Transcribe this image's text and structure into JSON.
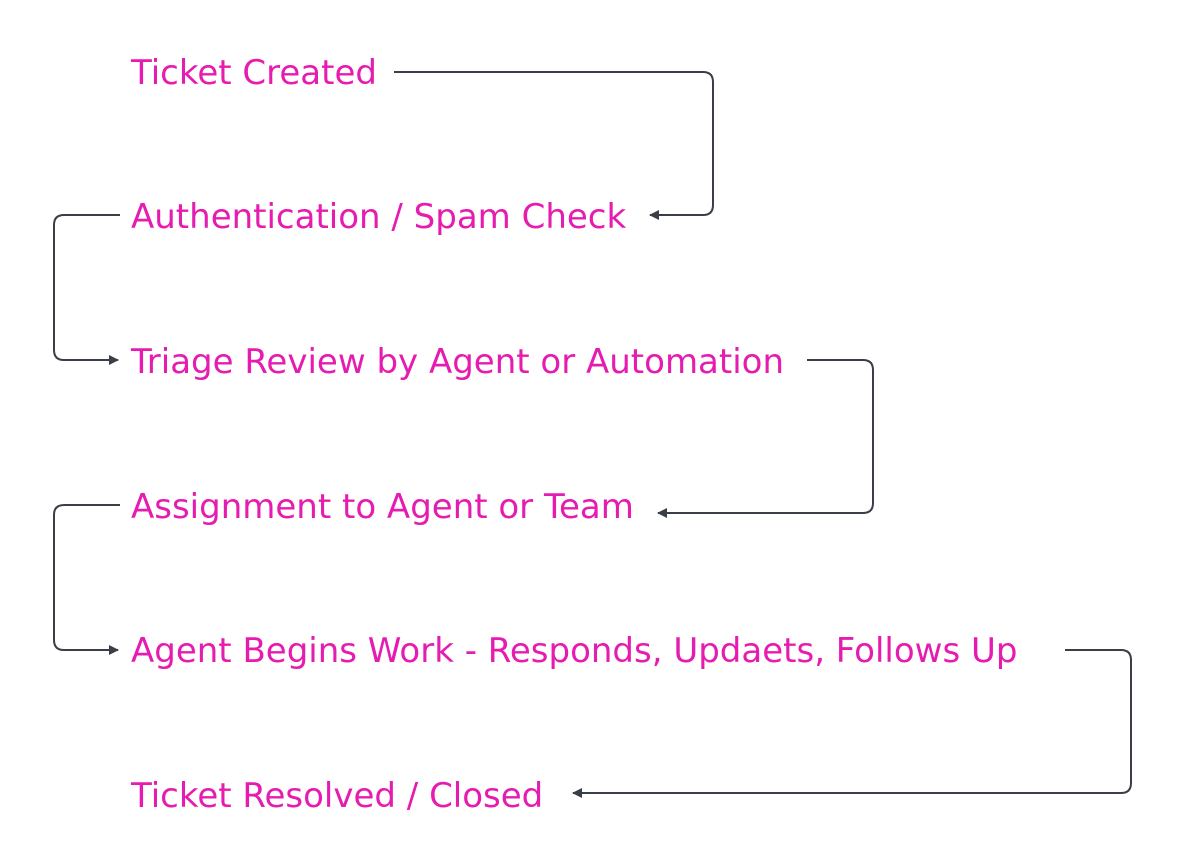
{
  "colors": {
    "text": "#e61bb0",
    "connector": "#3a3f47"
  },
  "steps": [
    {
      "label": "Ticket Created"
    },
    {
      "label": "Authentication / Spam Check"
    },
    {
      "label": "Triage Review by Agent or Automation"
    },
    {
      "label": "Assignment to Agent or Team"
    },
    {
      "label": "Agent Begins Work - Responds, Updaets, Follows Up"
    },
    {
      "label": "Ticket Resolved / Closed"
    }
  ]
}
